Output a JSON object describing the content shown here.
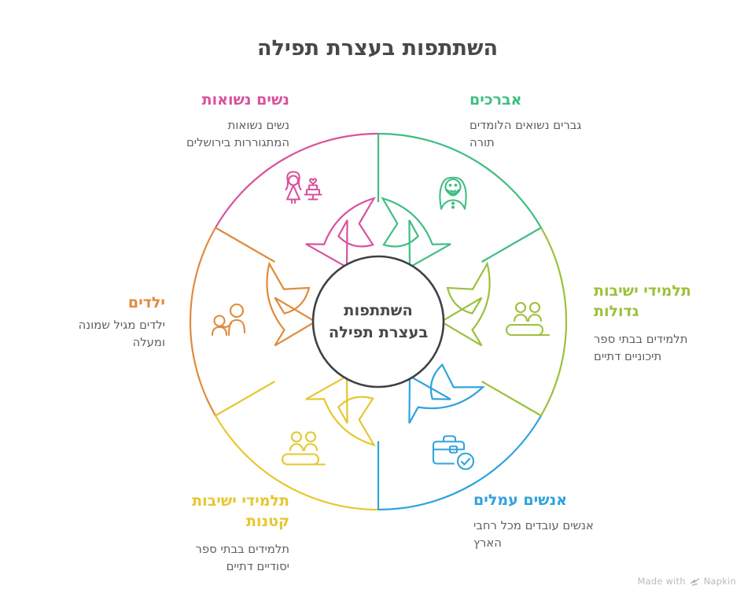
{
  "title": "השתתפות בעצרת תפילה",
  "palette": {
    "background": "#ffffff",
    "title_text": "#47494b",
    "body_text": "#5c5f63",
    "center_circle": "#3e4144",
    "center_text": "#46484b",
    "footer_text": "#b9bbbe"
  },
  "center": {
    "line1": "השתתפות",
    "line2": "בעצרת תפילה"
  },
  "segments": [
    {
      "id": "avrechim",
      "heading_lines": {
        "0": "אברכים"
      },
      "body_lines": {
        "0": "גברים נשואים הלומדים",
        "1": "תורה"
      },
      "color": "#3fbe82",
      "icon": "bearded-man-icon",
      "position": "top-right"
    },
    {
      "id": "yeshivot-gedolot",
      "heading_lines": {
        "0": "תלמידי ישיבות",
        "1": "גדולות"
      },
      "body_lines": {
        "0": "תלמידים בבתי ספר",
        "1": "תיכוניים דתיים"
      },
      "color": "#9bc13d",
      "icon": "students-desk-icon",
      "position": "right"
    },
    {
      "id": "anashim-amelim",
      "heading_lines": {
        "0": "אנשים עמלים"
      },
      "body_lines": {
        "0": "אנשים עובדים מכל רחבי",
        "1": "הארץ"
      },
      "color": "#2ea3db",
      "icon": "briefcase-check-icon",
      "position": "bottom-right"
    },
    {
      "id": "yeshivot-ketanot",
      "heading_lines": {
        "0": "תלמידי ישיבות",
        "1": "קטנות"
      },
      "body_lines": {
        "0": "תלמידים בבתי ספר",
        "1": "יסודיים דתיים"
      },
      "color": "#e6c72e",
      "icon": "students-desk-icon",
      "position": "bottom-left"
    },
    {
      "id": "yeladim",
      "heading_lines": {
        "0": "ילדים"
      },
      "body_lines": {
        "0": "ילדים מגיל שמונה",
        "1": "ומעלה"
      },
      "color": "#df8b3d",
      "icon": "adult-child-icon",
      "position": "left"
    },
    {
      "id": "nashim-nesuot",
      "heading_lines": {
        "0": "נשים נשואות"
      },
      "body_lines": {
        "0": "נשים נשואות",
        "1": "המתגוררות בירושלים"
      },
      "color": "#d9519e",
      "icon": "bride-and-cake-icon",
      "position": "top-left"
    }
  ],
  "wheel": {
    "dividers": [
      {
        "angle": 90,
        "color": "#3fbe82"
      },
      {
        "angle": 30,
        "color": "#3fbe82"
      },
      {
        "angle": 330,
        "color": "#9bc13d"
      },
      {
        "angle": 270,
        "color": "#2ea3db"
      },
      {
        "angle": 210,
        "color": "#e6c72e"
      },
      {
        "angle": 150,
        "color": "#df8b3d"
      }
    ]
  },
  "footer": {
    "made_with": "Made with",
    "brand": "Napkin"
  }
}
